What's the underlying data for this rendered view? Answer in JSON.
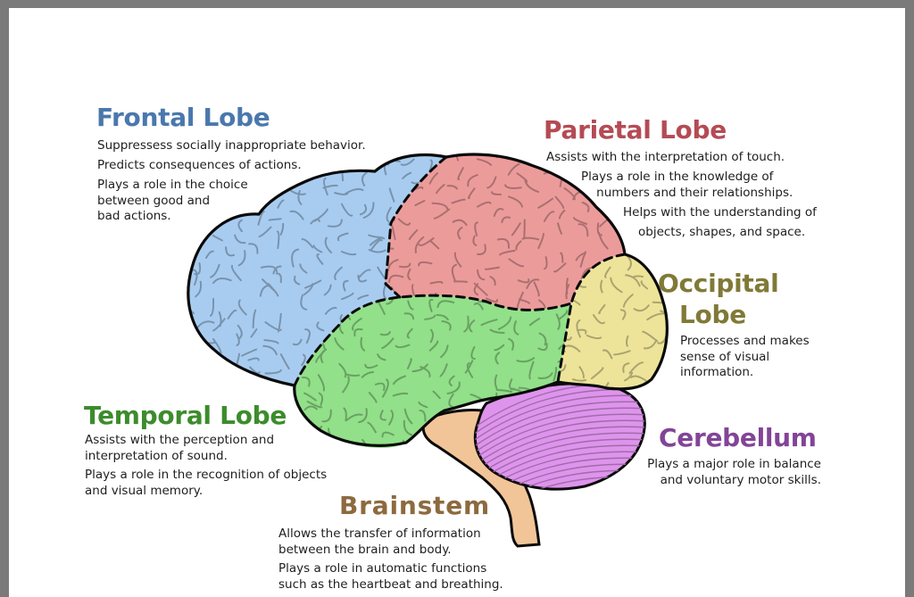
{
  "colors": {
    "frontal": "#a8ccf0",
    "parietal": "#ec9b9b",
    "occipital": "#ede49a",
    "temporal": "#92e089",
    "cerebellum": "#de94ec",
    "brainstem": "#f1c597",
    "outline": "#0a0a0a"
  },
  "frontal": {
    "title": "Frontal Lobe",
    "lines": [
      "Suppressess socially inappropriate behavior.",
      "Predicts consequences of actions.",
      "Plays a role in the choice\nbetween good and\nbad actions."
    ]
  },
  "parietal": {
    "title": "Parietal Lobe",
    "lines": [
      "Assists with the interpretation of touch.",
      "Plays a role in the knowledge of\n    numbers and their relationships.",
      "Helps with the understanding of",
      "objects, shapes, and space."
    ]
  },
  "occipital": {
    "title_line1": "Occipital",
    "title_line2": "Lobe",
    "lines": [
      "Processes and makes\nsense of visual\ninformation."
    ]
  },
  "temporal": {
    "title": "Temporal Lobe",
    "lines": [
      "Assists with the perception and\ninterpretation of sound.",
      "Plays a role in the recognition of objects\nand visual memory."
    ]
  },
  "cerebellum": {
    "title": "Cerebellum",
    "lines": [
      "Plays a major role in balance\nand voluntary motor skills."
    ]
  },
  "brainstem": {
    "title": "Brainstem",
    "lines": [
      "Allows the transfer of information\nbetween the brain and body.",
      "Plays a role in automatic functions\nsuch as the heartbeat and breathing."
    ]
  }
}
